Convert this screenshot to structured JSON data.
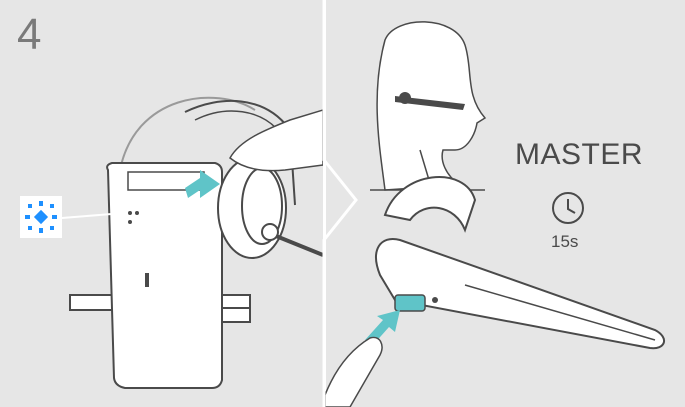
{
  "step_number": "4",
  "mode_label": "MASTER",
  "hold_time": "15s",
  "icons": [
    "led-blink-icon",
    "clock-icon",
    "press-arrow-icon",
    "insert-arrow-icon"
  ],
  "colors": {
    "panel_bg": "#e6e6e6",
    "accent": "#5fc4c8",
    "led_blue": "#1e90ff",
    "line": "#4a4a4a"
  }
}
